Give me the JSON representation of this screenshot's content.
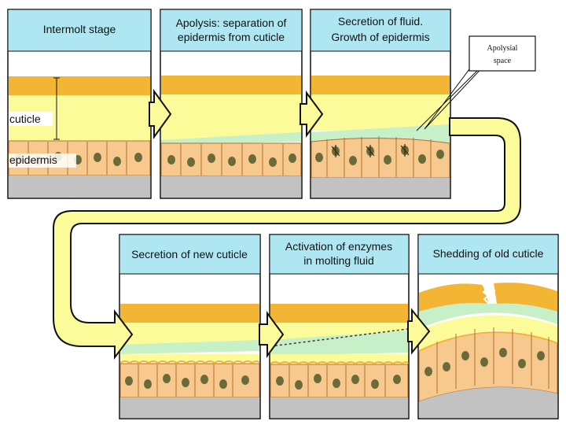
{
  "panels": [
    {
      "lines": [
        "Intermolt stage"
      ]
    },
    {
      "lines": [
        "Apolysis: separation of",
        "epidermis from cuticle"
      ]
    },
    {
      "lines": [
        "Secretion of fluid.",
        "Growth of epidermis"
      ]
    },
    {
      "lines": [
        "Secretion of new cuticle"
      ]
    },
    {
      "lines": [
        "Activation of enzymes",
        "in molting fluid"
      ]
    },
    {
      "lines": [
        "Shedding of old cuticle"
      ]
    }
  ],
  "side_labels": {
    "cuticle": "cuticle",
    "epidermis": "epidermis"
  },
  "callout": {
    "lines": [
      "Apolysial",
      "space"
    ]
  },
  "colors": {
    "header": "#aee6f2",
    "cuticle_top": "#f2b634",
    "cuticle_body": "#fbfb9a",
    "fluid": "#c8f0c8",
    "cell": "#f8c98e",
    "nucleus": "#6b6b3a",
    "base": "#c2c2c2",
    "arrow": "#fbfb9a"
  }
}
